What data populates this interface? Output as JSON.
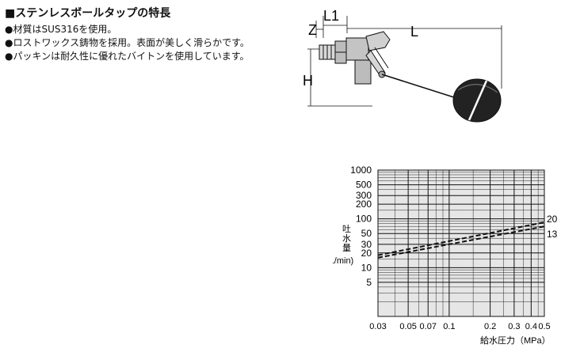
{
  "features": {
    "title": "■ステンレスボールタップの特長",
    "items": [
      "●材質はSUS316を使用。",
      "●ロストワックス鋳物を採用。表面が美しく滑らかです。",
      "●パッキンは耐久性に優れたバイトンを使用しています。"
    ]
  },
  "diagram": {
    "dim_labels": {
      "z": "Z",
      "l1": "L1",
      "l": "L",
      "h": "H"
    }
  },
  "chart_data": {
    "type": "line",
    "xlabel": "給水圧力（MPa）",
    "ylabel_chars": [
      "吐",
      "水",
      "量"
    ],
    "yunit": "(L/min)",
    "xscale": "log",
    "yscale": "log",
    "xlim": [
      0.03,
      0.5
    ],
    "ylim": [
      1,
      1000
    ],
    "xticklabels": [
      "0.03",
      "0.05",
      "0.07",
      "0.1",
      "0.2",
      "0.3",
      "0.4",
      "0.5"
    ],
    "xticks": [
      0.03,
      0.05,
      0.07,
      0.1,
      0.2,
      0.3,
      0.4,
      0.5
    ],
    "yticklabels": [
      "1000",
      "500",
      "300",
      "200",
      "100",
      "50",
      "30",
      "20",
      "10",
      "5"
    ],
    "yticks": [
      1000,
      500,
      300,
      200,
      100,
      50,
      30,
      20,
      10,
      5
    ],
    "grid": true,
    "series": [
      {
        "name": "20",
        "x": [
          0.03,
          0.5
        ],
        "y": [
          18,
          85
        ]
      },
      {
        "name": "13",
        "x": [
          0.03,
          0.5
        ],
        "y": [
          16,
          70
        ]
      }
    ]
  }
}
